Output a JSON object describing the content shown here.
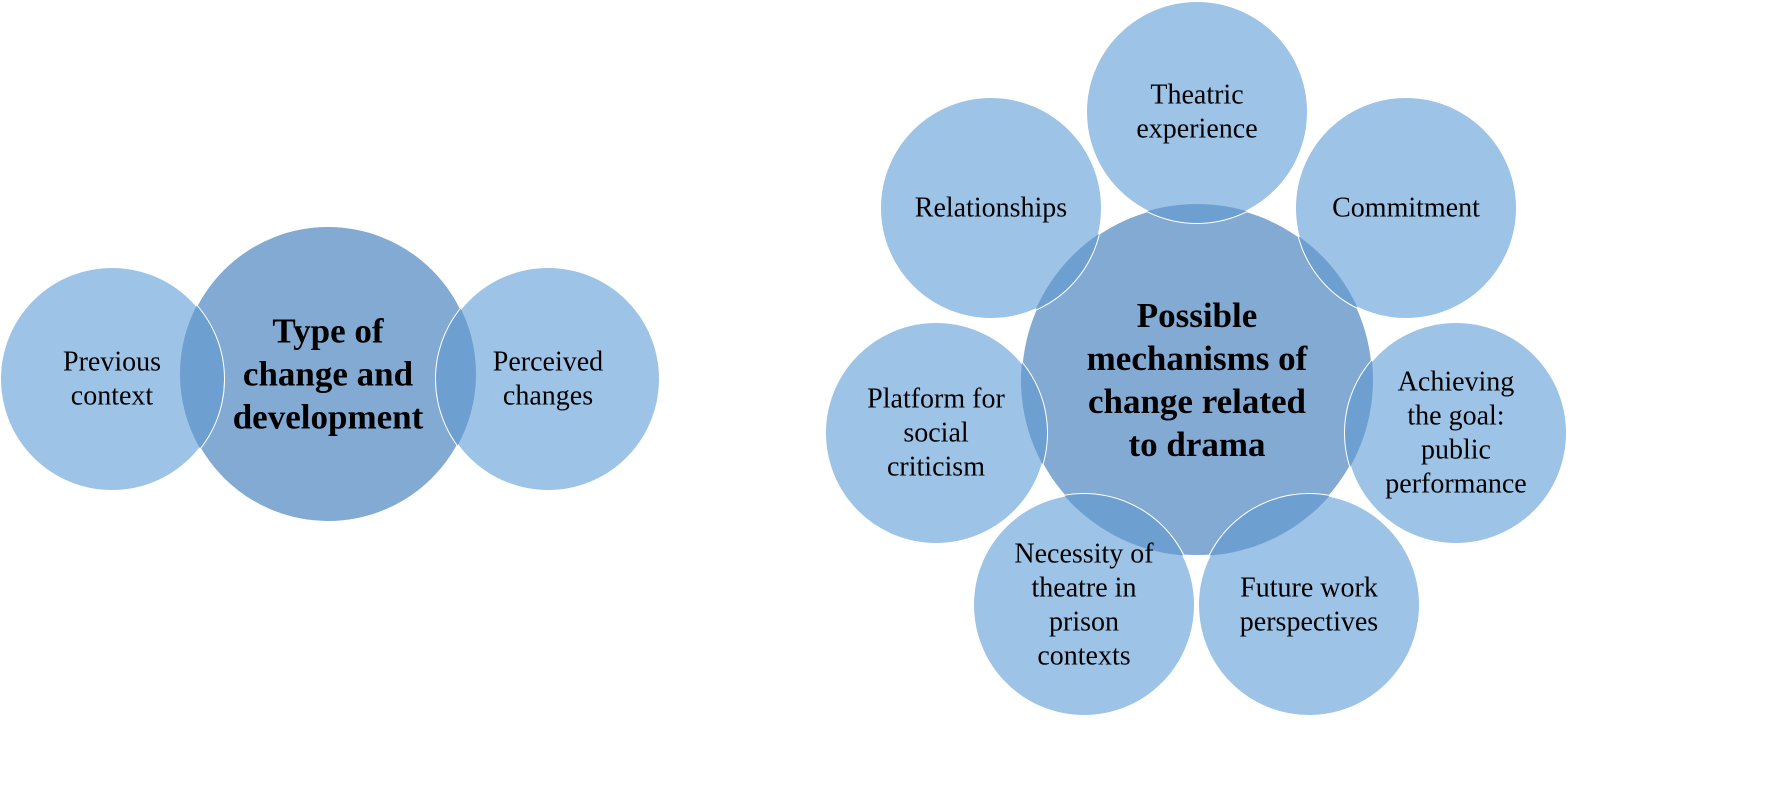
{
  "colors": {
    "satellite_fill": "#9dc3e6",
    "center_fill": "#82aad3",
    "overlap_fill": "#6d9fd1",
    "outline": "#ffffff",
    "text": "#000000"
  },
  "left_diagram": {
    "center": {
      "lines": [
        "Type of",
        "change and",
        "development"
      ]
    },
    "left": {
      "lines": [
        "Previous",
        "context"
      ]
    },
    "right": {
      "lines": [
        "Perceived",
        "changes"
      ]
    }
  },
  "right_diagram": {
    "center": {
      "lines": [
        "Possible",
        "mechanisms of",
        "change related",
        "to drama"
      ]
    },
    "satellites": [
      {
        "id": "theatric-experience",
        "lines": [
          "Theatric",
          "experience"
        ]
      },
      {
        "id": "commitment",
        "lines": [
          "Commitment"
        ]
      },
      {
        "id": "achieving-goal",
        "lines": [
          "Achieving",
          "the goal:",
          "public",
          "performance"
        ]
      },
      {
        "id": "future-work",
        "lines": [
          "Future work",
          "perspectives"
        ]
      },
      {
        "id": "necessity-theatre",
        "lines": [
          "Necessity of",
          "theatre in",
          "prison",
          "contexts"
        ]
      },
      {
        "id": "platform-criticism",
        "lines": [
          "Platform for",
          "social",
          "criticism"
        ]
      },
      {
        "id": "relationships",
        "lines": [
          "Relationships"
        ]
      }
    ]
  }
}
